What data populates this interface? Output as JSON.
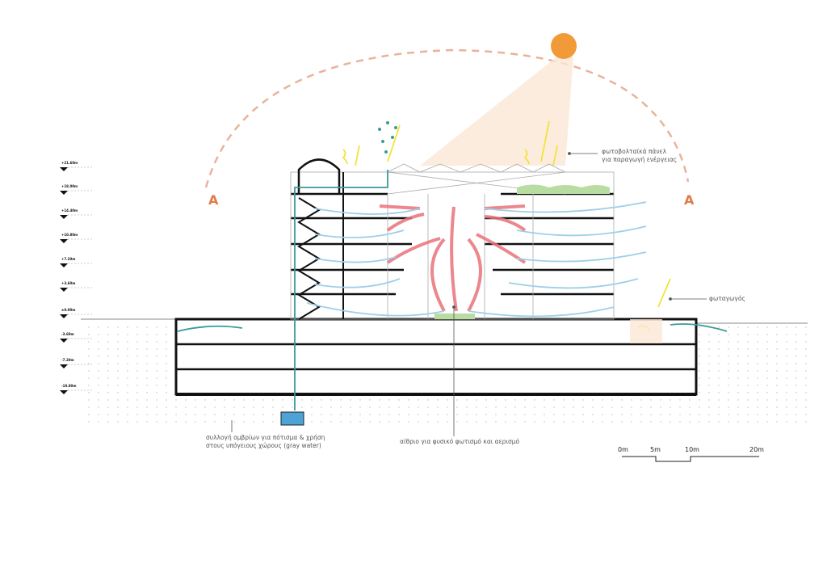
{
  "levels": [
    "+21.60m",
    "+18.00m",
    "+14.40m",
    "+10.80m",
    "+7.20m",
    "+3.60m",
    "±0.00m",
    "-3.60m",
    "-7.20m",
    "-10.80m"
  ],
  "section_marks": [
    "A",
    "A"
  ],
  "annotations": {
    "pv_line1": "φωτοβολταϊκά πάνελ",
    "pv_line2": "για παραγωγή ενέργειας",
    "lightwell": "φωταγωγός",
    "rain_line1": "συλλογή ομβρίων για πότισμα & χρήση",
    "rain_line2": "στους υπόγειους χώρους (gray water)",
    "atrium": "αίθριο για φυσικό φωτισμό και αερισμό"
  },
  "scale_bar": [
    "0m",
    "5m",
    "10m",
    "20m"
  ],
  "colors": {
    "sun": "#f29a38",
    "arc": "#e8b39a",
    "warm_air": "#e8737a",
    "cool_air": "#9fcfe8",
    "water": "#3a9a9a",
    "pv_sun": "#f2e33a"
  }
}
